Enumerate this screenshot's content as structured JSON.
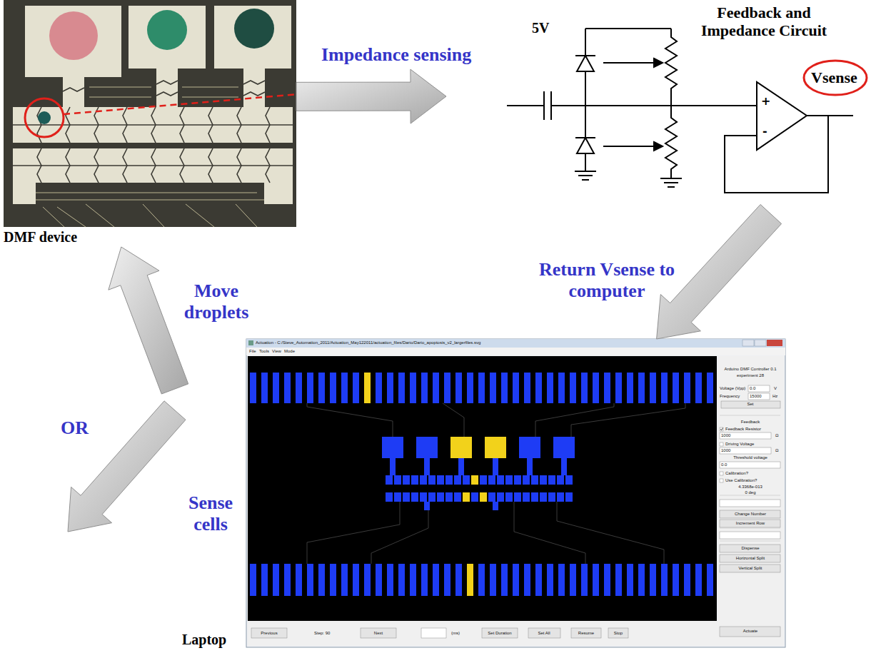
{
  "diagram": {
    "nodes": [
      {
        "text": [
          "DMF device"
        ]
      },
      {
        "text": [
          "Feedback and Impedance Circuit"
        ]
      },
      {
        "text": [
          "Laptop"
        ]
      }
    ],
    "edges": [
      {
        "from": 0,
        "to": 1,
        "label": "Impedance sensing",
        "arrow": "to"
      },
      {
        "from": 1,
        "to": 2,
        "label": "Return Vsense to computer",
        "arrow": "to"
      },
      {
        "from": 2,
        "to": 0,
        "label": "Move droplets",
        "arrow": "to"
      }
    ],
    "labels": [
      "5V",
      "Vsense",
      "OR",
      "Sense cells",
      "Actuation - C:/Steve_Automation_2011/Actuation_May122011/actuation_files/Dario/Dario_apoptosis_v2_largerfiles.svg",
      "File",
      "Tools",
      "View",
      "Mode",
      "Arduino DMF Controller 0.1",
      "experiment 28",
      "Voltage (Vpp)",
      "0.0",
      "V",
      "Frequency",
      "15000",
      "Hz",
      "Set",
      "Feedback",
      "Feedback Resistor",
      "1000",
      "Ω",
      "Driving Voltage",
      "1000",
      "Ω",
      "Threshold voltage",
      "0.0",
      "Calibration?",
      "Use Calibration?",
      "4.3368e-013",
      "0 deg",
      "Change Number",
      "Increment Row",
      "Dispense",
      "Horizontal Split",
      "Vertical Split",
      "Actuate",
      "Previous",
      "Step: 90",
      "Next",
      "(ms)",
      "Set Duration",
      "Set All",
      "Resume",
      "Stop",
      "+",
      "-"
    ]
  }
}
